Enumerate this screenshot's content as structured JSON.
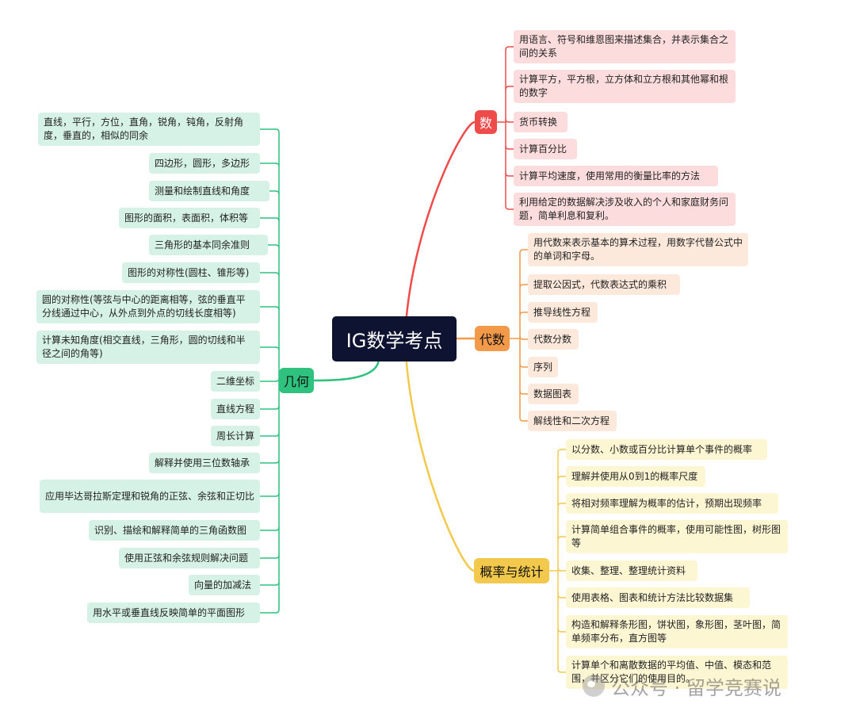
{
  "root": {
    "title": "IG数学考点"
  },
  "branches": {
    "number": {
      "label": "数",
      "color": "#ef4b4b",
      "items": [
        "用语言、符号和维恩图来描述集合，并表示集合之间的关系",
        "计算平方，平方根，立方体和立方根和其他幂和根的数字",
        "货币转换",
        "计算百分比",
        "计算平均速度，使用常用的衡量比率的方法",
        "利用给定的数据解决涉及收入的个人和家庭财务问题，简单利息和复利。"
      ]
    },
    "algebra": {
      "label": "代数",
      "color": "#f2994a",
      "items": [
        "用代数来表示基本的算术过程，用数字代替公式中的单词和字母。",
        "提取公因式，代数表达式的乘积",
        "推导线性方程",
        "代数分数",
        "序列",
        "数据图表",
        "解线性和二次方程"
      ]
    },
    "probability": {
      "label": "概率与统计",
      "color": "#f2c94c",
      "items": [
        "以分数、小数或百分比计算单个事件的概率",
        "理解并使用从0到1的概率尺度",
        "将相对频率理解为概率的估计，预期出现频率",
        "计算简单组合事件的概率，使用可能性图，树形图等",
        "收集、整理、整理统计资料",
        "使用表格、图表和统计方法比较数据集",
        "构造和解释条形图，饼状图，象形图，茎叶图，简单频率分布，直方图等",
        "计算单个和离散数据的平均值、中值、模态和范围，并区分它们的使用目的。"
      ]
    },
    "geometry": {
      "label": "几何",
      "color": "#2ec27e",
      "items": [
        "直线，平行，方位，直角，锐角，钝角，反射角度，垂直的，相似的同余",
        "四边形，圆形，多边形",
        "测量和绘制直线和角度",
        "图形的面积，表面积，体积等",
        "三角形的基本同余准则",
        "图形的对称性(圆柱、锥形等)",
        "圆的对称性(等弦与中心的距离相等，弦的垂直平分线通过中心，从外点到外点的切线长度相等)",
        "计算未知角度(相交直线，三角形，圆的切线和半径之间的角等)",
        "二维坐标",
        "直线方程",
        "周长计算",
        "解释并使用三位数轴承",
        "应用毕达哥拉斯定理和锐角的正弦、余弦和正切比",
        "识别、描绘和解释简单的三角函数图",
        "使用正弦和余弦规则解决问题",
        "向量的加减法",
        "用水平或垂直线反映简单的平面图形"
      ]
    }
  },
  "watermark": "公众号 · 留学竞赛说"
}
